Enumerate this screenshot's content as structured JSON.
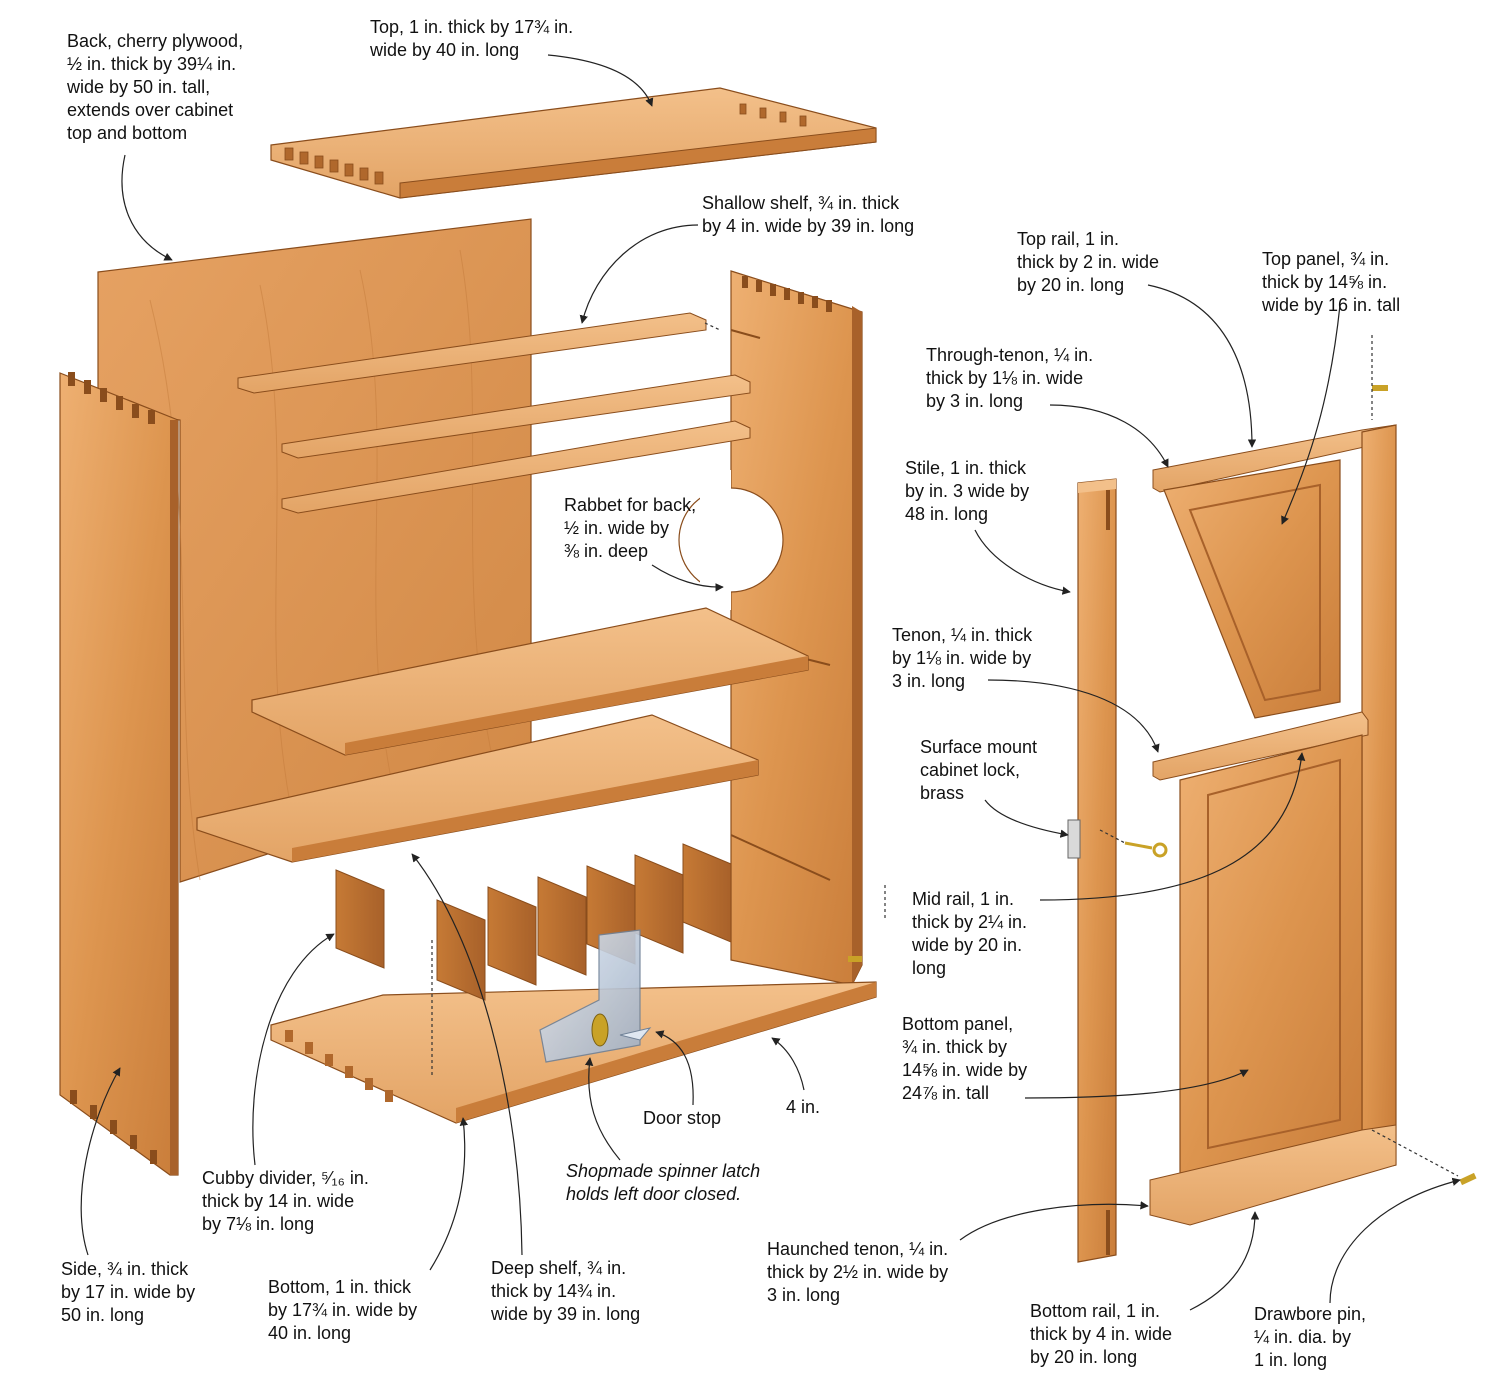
{
  "colors": {
    "wood_light": "#e9a867",
    "wood_mid": "#d48a47",
    "wood_dark": "#b0682c",
    "wood_edge": "#8a4d1c",
    "glass": "#b9c6d6",
    "brass": "#c9a227",
    "leader": "#222222"
  },
  "labels": {
    "back": [
      "Back, cherry plywood,",
      "½ in. thick by 39¼ in.",
      "wide by 50 in. tall,",
      "extends over cabinet",
      "top and bottom"
    ],
    "top": [
      "Top, 1 in. thick by 17¾ in.",
      "wide by 40 in. long"
    ],
    "shallow_shelf": [
      "Shallow shelf, ¾ in. thick",
      "by 4 in. wide by 39 in. long"
    ],
    "rabbet": [
      "Rabbet for back,",
      "½ in. wide by",
      "⅜ in. deep"
    ],
    "top_rail": [
      "Top rail, 1 in.",
      "thick by 2 in. wide",
      "by 20 in. long"
    ],
    "top_panel": [
      "Top panel, ¾ in.",
      "thick by 14⅝ in.",
      "wide by 16 in. tall"
    ],
    "through_tenon": [
      "Through-tenon, ¼ in.",
      "thick by 1⅛ in. wide",
      "by 3 in. long"
    ],
    "stile": [
      "Stile, 1 in. thick",
      "by in. 3 wide by",
      "48 in. long"
    ],
    "tenon": [
      "Tenon, ¼ in. thick",
      "by 1⅛ in. wide by",
      "3 in. long"
    ],
    "lock": [
      "Surface mount",
      "cabinet lock,",
      "brass"
    ],
    "mid_rail": [
      "Mid rail, 1 in.",
      "thick by 2¼ in.",
      "wide by 20 in.",
      "long"
    ],
    "bottom_panel": [
      "Bottom panel,",
      "¾ in. thick by",
      "14⅝ in. wide by",
      "24⅞ in. tall"
    ],
    "door_stop": [
      "Door stop"
    ],
    "four_in": [
      "4 in."
    ],
    "spinner": [
      "Shopmade spinner latch",
      "holds left door closed."
    ],
    "cubby": [
      "Cubby divider, ⁵⁄₁₆ in.",
      "thick by 14 in. wide",
      "by 7⅛ in. long"
    ],
    "side": [
      "Side, ¾ in. thick",
      "by 17 in. wide by",
      "50 in. long"
    ],
    "bottom": [
      "Bottom, 1 in. thick",
      "by 17¾ in. wide by",
      "40 in. long"
    ],
    "deep_shelf": [
      "Deep shelf, ¾ in.",
      "thick by 14¾ in.",
      "wide by 39 in. long"
    ],
    "haunched": [
      "Haunched tenon, ¼ in.",
      "thick by 2½ in. wide by",
      "3 in. long"
    ],
    "bottom_rail": [
      "Bottom rail, 1 in.",
      "thick by 4 in. wide",
      "by 20 in. long"
    ],
    "drawbore": [
      "Drawbore pin,",
      "¼ in. dia. by",
      "1 in. long"
    ]
  }
}
